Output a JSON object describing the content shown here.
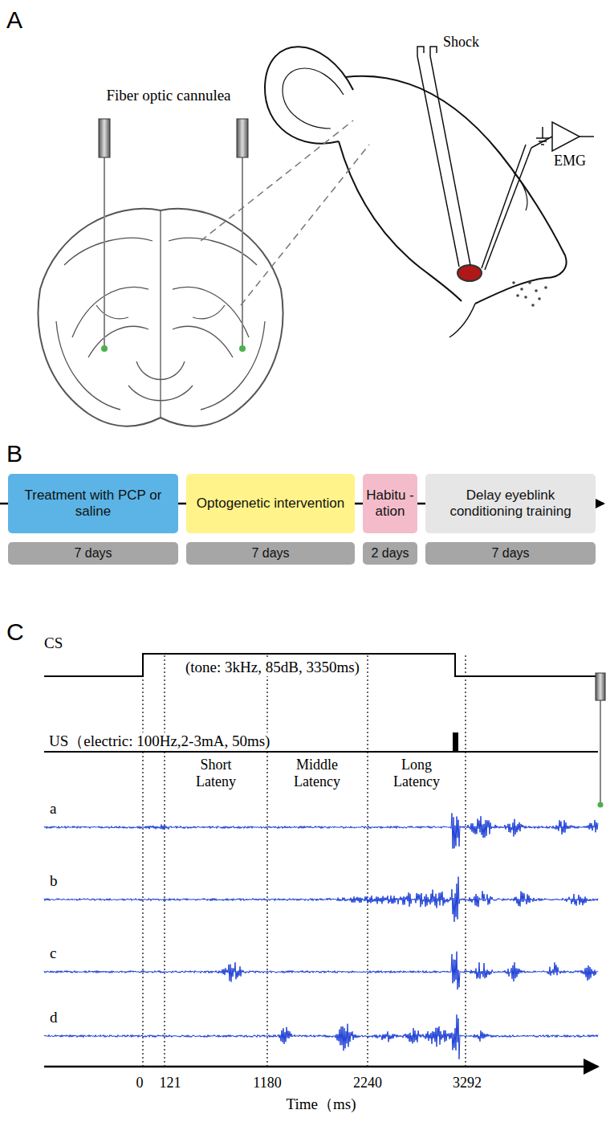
{
  "diagram": {
    "nodes": [
      {
        "text": [
          "Treatment with PCP or saline"
        ]
      },
      {
        "text": [
          "Optogenetic intervention"
        ]
      },
      {
        "text": [
          "Habitu -ation"
        ]
      },
      {
        "text": [
          "Delay eyeblink conditioning training"
        ]
      },
      {
        "text": [
          "7 days"
        ]
      },
      {
        "text": [
          "7 days"
        ]
      },
      {
        "text": [
          "2 days"
        ]
      },
      {
        "text": [
          "7 days"
        ]
      }
    ],
    "edges": [
      {
        "from": 0,
        "to": 1,
        "arrow": "none"
      },
      {
        "from": 1,
        "to": 2,
        "arrow": "none"
      },
      {
        "from": 2,
        "to": 3,
        "arrow": "none"
      }
    ],
    "labels": [
      "A",
      "Fiber optic cannulea",
      "Shock",
      "EMG",
      "B",
      "C",
      "CS",
      "(tone: 3kHz, 85dB, 3350ms)",
      "US（electric: 100Hz,2-3mA, 50ms)",
      "Short Lateny",
      "Middle Latency",
      "Long Latency",
      "a",
      "b",
      "c",
      "d",
      "0",
      "121",
      "1180",
      "2240",
      "3292",
      "Time（ms)"
    ]
  }
}
